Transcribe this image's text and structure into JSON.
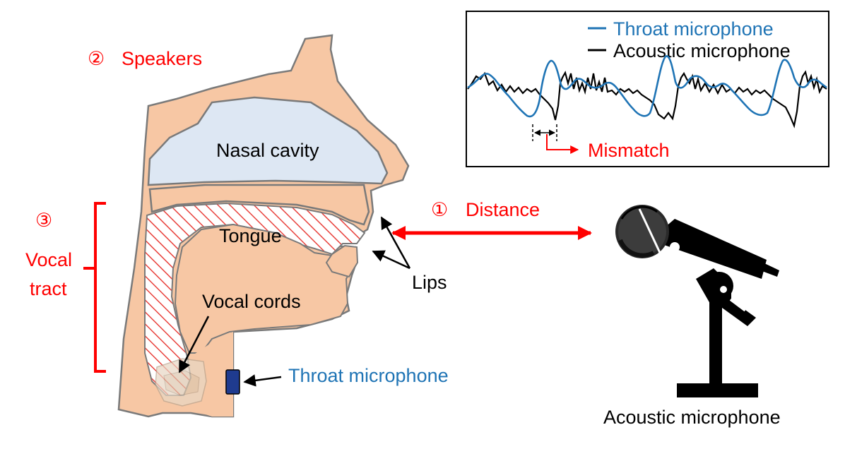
{
  "labels": {
    "speakers_number": "②",
    "speakers": "Speakers",
    "nasal_cavity": "Nasal cavity",
    "tongue": "Tongue",
    "lips": "Lips",
    "vocal_cords": "Vocal cords",
    "vocal_tract_number": "③",
    "vocal_tract_line1": "Vocal",
    "vocal_tract_line2": "tract",
    "throat_microphone": "Throat microphone",
    "distance_number": "①",
    "distance": "Distance",
    "acoustic_microphone": "Acoustic microphone"
  },
  "waveform_panel": {
    "legend": [
      {
        "name": "Throat microphone",
        "color": "#1f74b5"
      },
      {
        "name": "Acoustic microphone",
        "color": "#000000"
      }
    ],
    "mismatch_label": "Mismatch"
  },
  "colors": {
    "skin": "#f7c7a4",
    "skin_stroke": "#7a7a7a",
    "nasal": "#dde7f3",
    "accent_red": "#ff0000",
    "accent_blue": "#1f74b5",
    "throat_device": "#1f3b8f"
  },
  "icons": {
    "acoustic_microphone": "microphone-on-stand-icon",
    "throat_microphone": "throat-mic-device-icon"
  }
}
